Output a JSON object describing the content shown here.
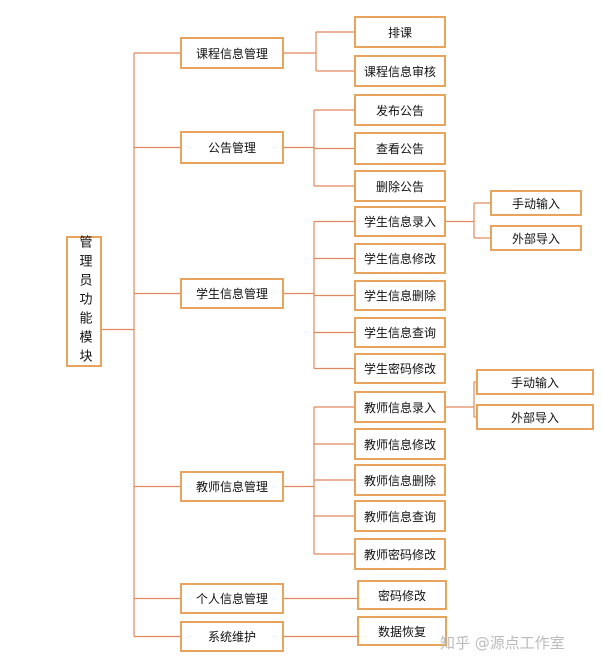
{
  "colors": {
    "border": "#e8a35c",
    "line": "#e0885e",
    "text": "#111111",
    "watermark": "#bbbbbb"
  },
  "root": {
    "label": "管理员功能模块"
  },
  "branches": [
    {
      "id": "course",
      "label": "课程信息管理",
      "children": [
        {
          "id": "course-schedule",
          "label": "排课"
        },
        {
          "id": "course-review",
          "label": "课程信息审核"
        }
      ]
    },
    {
      "id": "notice",
      "label": "公告管理",
      "children": [
        {
          "id": "notice-publish",
          "label": "发布公告"
        },
        {
          "id": "notice-view",
          "label": "查看公告"
        },
        {
          "id": "notice-delete",
          "label": "删除公告"
        }
      ]
    },
    {
      "id": "student",
      "label": "学生信息管理",
      "children": [
        {
          "id": "student-entry",
          "label": "学生信息录入",
          "children": [
            {
              "id": "student-manual",
              "label": "手动输入"
            },
            {
              "id": "student-import",
              "label": "外部导入"
            }
          ]
        },
        {
          "id": "student-edit",
          "label": "学生信息修改"
        },
        {
          "id": "student-delete",
          "label": "学生信息删除"
        },
        {
          "id": "student-query",
          "label": "学生信息查询"
        },
        {
          "id": "student-password",
          "label": "学生密码修改"
        }
      ]
    },
    {
      "id": "teacher",
      "label": "教师信息管理",
      "children": [
        {
          "id": "teacher-entry",
          "label": "教师信息录入",
          "children": [
            {
              "id": "teacher-manual",
              "label": "手动输入"
            },
            {
              "id": "teacher-import",
              "label": "外部导入"
            }
          ]
        },
        {
          "id": "teacher-edit",
          "label": "教师信息修改"
        },
        {
          "id": "teacher-delete",
          "label": "教师信息删除"
        },
        {
          "id": "teacher-query",
          "label": "教师信息查询"
        },
        {
          "id": "teacher-password",
          "label": "教师密码修改"
        }
      ]
    },
    {
      "id": "personal",
      "label": "个人信息管理",
      "children": [
        {
          "id": "personal-password",
          "label": "密码修改"
        }
      ]
    },
    {
      "id": "system",
      "label": "系统维护",
      "children": [
        {
          "id": "system-restore",
          "label": "数据恢复"
        }
      ]
    }
  ],
  "watermark": {
    "text": "知乎 @源点工作室"
  }
}
